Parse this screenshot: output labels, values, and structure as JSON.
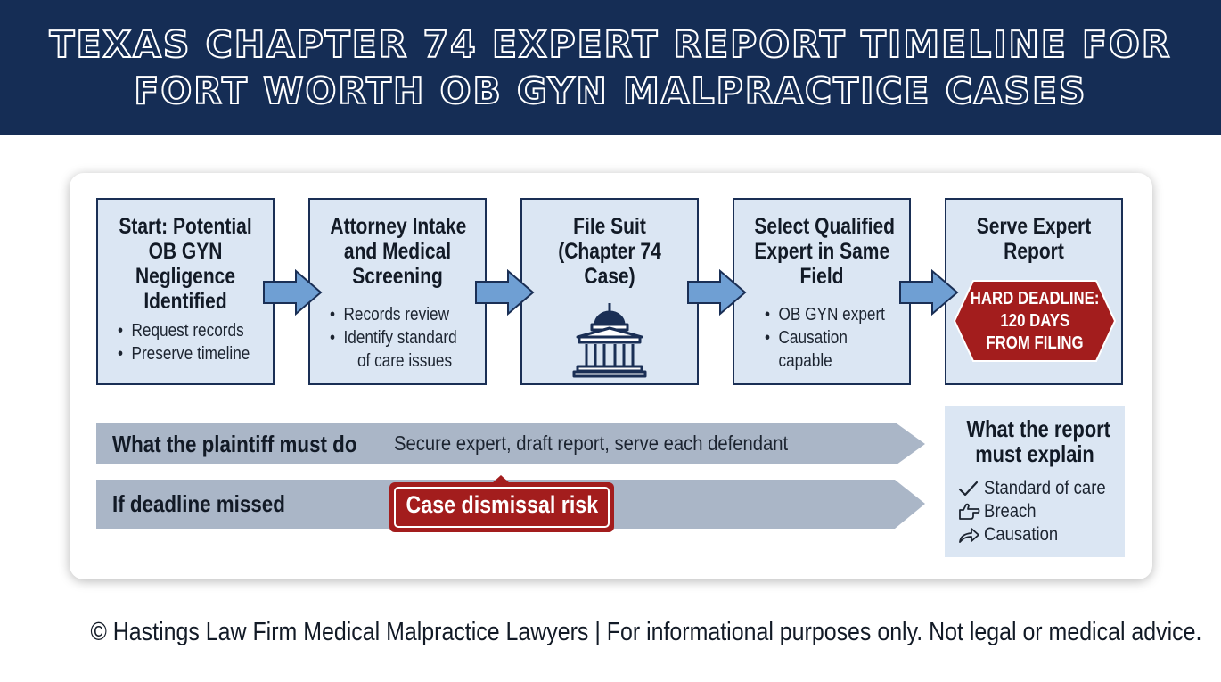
{
  "header": {
    "title_line1": "TEXAS CHAPTER 74 EXPERT REPORT TIMELINE FOR",
    "title_line2": "FORT WORTH OB GYN MALPRACTICE CASES"
  },
  "colors": {
    "navy": "#152d55",
    "step_fill": "#dbe6f3",
    "arrow_blue": "#6f9fd3",
    "deadline_red": "#a31d1d",
    "band_gray": "#aab6c7"
  },
  "steps": [
    {
      "title": [
        "Start: Potential",
        "OB GYN",
        "Negligence",
        "Identified"
      ],
      "bullets": [
        "Request records",
        "Preserve timeline"
      ]
    },
    {
      "title": [
        "Attorney Intake",
        "and Medical",
        "Screening"
      ],
      "bullets": [
        "Records review",
        "Identify standard",
        "of care issues"
      ]
    },
    {
      "title": [
        "File Suit",
        "(Chapter 74",
        "Case)"
      ],
      "icon": "courthouse-icon"
    },
    {
      "title": [
        "Select Qualified",
        "Expert in Same",
        "Field"
      ],
      "bullets": [
        "OB GYN expert",
        "Causation",
        "capable"
      ]
    },
    {
      "title": [
        "Serve Expert",
        "Report"
      ],
      "deadline": [
        "HARD DEADLINE:",
        "120 DAYS",
        "FROM FILING"
      ]
    }
  ],
  "bands": {
    "plaintiff": {
      "label": "What the plaintiff must do",
      "text": "Secure expert, draft report, serve each defendant"
    },
    "missed": {
      "label": "If deadline missed",
      "badge": "Case dismissal risk"
    }
  },
  "report": {
    "title": [
      "What the report",
      "must explain"
    ],
    "items": [
      {
        "icon": "checkmark-icon",
        "label": "Standard of care"
      },
      {
        "icon": "pointing-hand-icon",
        "label": "Breach"
      },
      {
        "icon": "forward-arrow-icon",
        "label": "Causation"
      }
    ]
  },
  "footer": {
    "text": "© Hastings Law Firm Medical Malpractice Lawyers | For informational purposes only. Not legal or medical advice."
  }
}
